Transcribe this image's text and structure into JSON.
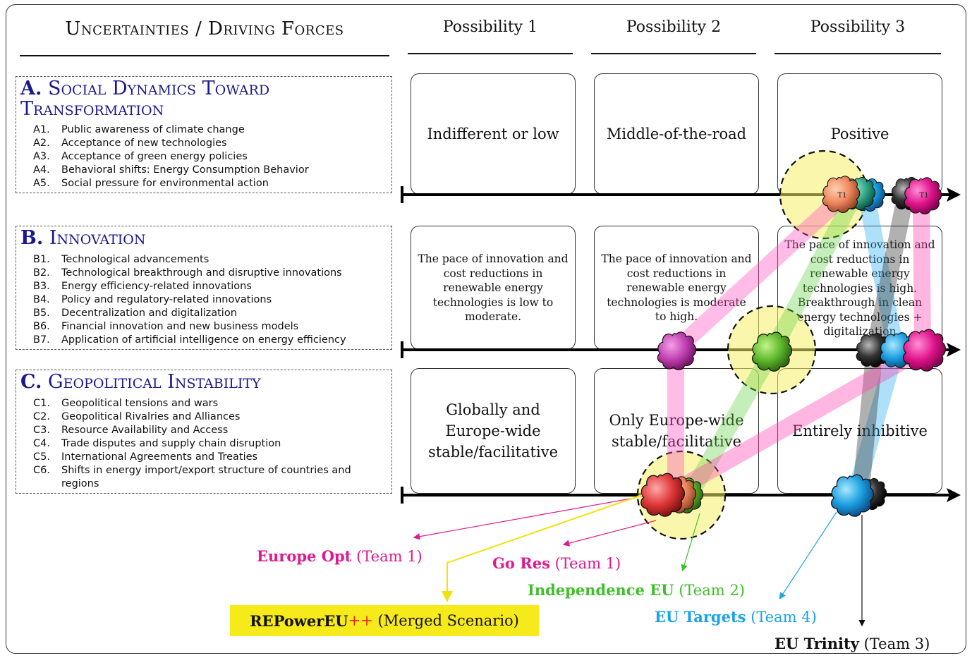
{
  "header": {
    "title": "Uncertainties / Driving Forces",
    "possibilities": [
      "Possibility 1",
      "Possibility 2",
      "Possibility 3"
    ]
  },
  "factors": [
    {
      "letter": "A.",
      "title": "Social Dynamics Toward Transformation",
      "items": [
        {
          "code": "A1.",
          "text": "Public awareness of climate change"
        },
        {
          "code": "A2.",
          "text": "Acceptance of new technologies"
        },
        {
          "code": "A3.",
          "text": "Acceptance of green energy policies"
        },
        {
          "code": "A4.",
          "text": "Behavioral shifts:  Energy Consumption Behavior"
        },
        {
          "code": "A5.",
          "text": "Social pressure for environmental action"
        }
      ],
      "options": [
        "Indifferent or low",
        "Middle-of-the-road",
        "Positive"
      ]
    },
    {
      "letter": "B.",
      "title": "Innovation",
      "items": [
        {
          "code": "B1.",
          "text": "Technological advancements"
        },
        {
          "code": "B2.",
          "text": "Technological breakthrough and disruptive innovations"
        },
        {
          "code": "B3.",
          "text": "Energy efficiency-related innovations"
        },
        {
          "code": "B4.",
          "text": "Policy and regulatory-related innovations"
        },
        {
          "code": "B5.",
          "text": "Decentralization and digitalization"
        },
        {
          "code": "B6.",
          "text": "Financial innovation and new business models"
        },
        {
          "code": "B7.",
          "text": "Application of artificial intelligence on energy efficiency"
        }
      ],
      "options": [
        "The pace of innovation and cost reductions in renewable energy technologies is low to moderate.",
        "The pace of innovation and cost reductions in renewable energy technologies is moderate to high.",
        "The pace of innovation and cost reductions in renewable energy technologies is high. Breakthrough in clean energy technologies + digitalization"
      ]
    },
    {
      "letter": "C.",
      "title": "Geopolitical Instability",
      "items": [
        {
          "code": "C1.",
          "text": "Geopolitical tensions and wars"
        },
        {
          "code": "C2.",
          "text": "Geopolitical Rivalries and Alliances"
        },
        {
          "code": "C3.",
          "text": "Resource Availability and Access"
        },
        {
          "code": "C4.",
          "text": "Trade disputes and supply chain disruption"
        },
        {
          "code": "C5.",
          "text": "International Agreements and Treaties"
        },
        {
          "code": "C6.",
          "text": "Shifts in energy import/export structure of countries and regions"
        }
      ],
      "options": [
        "Globally and Europe-wide stable/facilitative",
        "Only Europe-wide stable/facilitative",
        "Entirely inhibitive"
      ]
    }
  ],
  "markers": {
    "t1_label": "T1"
  },
  "scenarios": [
    {
      "name": "Europe Opt",
      "team": "(Team 1)",
      "color": "#e0198f"
    },
    {
      "name": "Go Res",
      "team": "(Team 1)",
      "color": "#e0198f"
    },
    {
      "name": "Independence EU",
      "team": "(Team 2)",
      "color": "#3fbf2a"
    },
    {
      "name": "EU Targets",
      "team": "(Team 4)",
      "color": "#1aa3e6"
    },
    {
      "name": "EU Trinity",
      "team": "(Team 3)",
      "color": "#111111"
    }
  ],
  "merged": {
    "name": "REPowerEU",
    "plus": "++",
    "note": "(Merged Scenario)",
    "bg": "#f7ea1a"
  }
}
